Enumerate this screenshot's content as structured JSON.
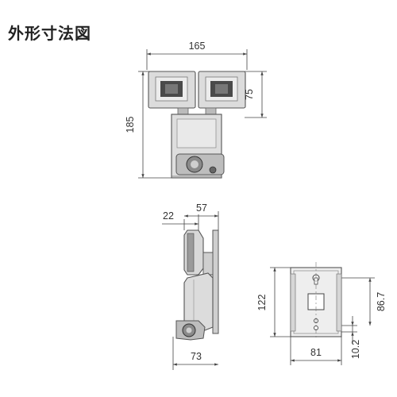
{
  "title": "外形寸法図",
  "front_view": {
    "width": "165",
    "height": "185",
    "head_height": "75"
  },
  "side_view": {
    "head_depth": "22",
    "top_depth": "57",
    "bottom_depth": "73"
  },
  "bracket_view": {
    "height": "122",
    "hole_pitch": "86.7",
    "hole_offset": "10.2",
    "width": "81"
  }
}
